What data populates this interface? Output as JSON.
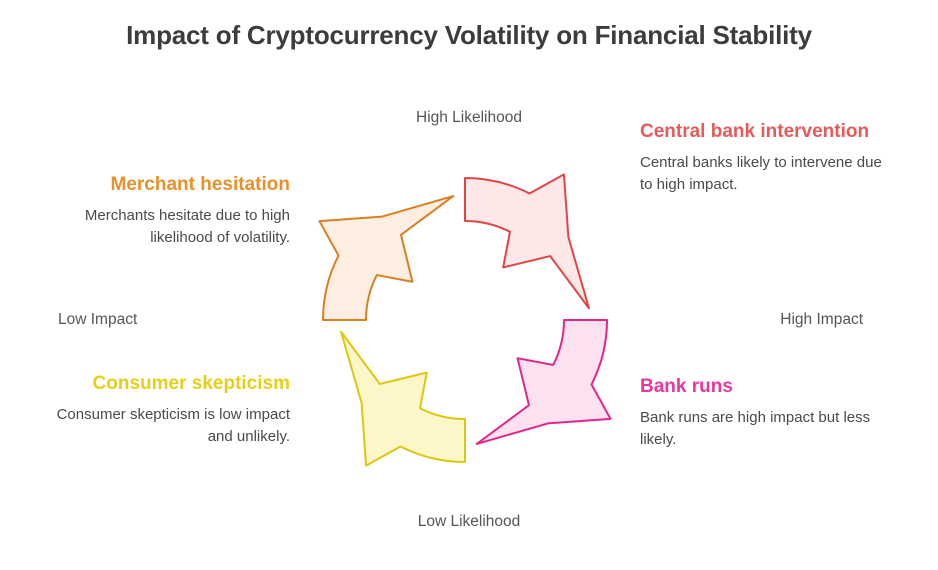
{
  "title": "Impact of Cryptocurrency Volatility on Financial Stability",
  "axes": {
    "top": "High Likelihood",
    "bottom": "Low Likelihood",
    "left": "Low Impact",
    "right": "High Impact"
  },
  "quadrants": [
    {
      "id": "merchant-hesitation",
      "title": "Merchant hesitation",
      "description": "Merchants hesitate due to high likelihood of volatility.",
      "title_color": "#e8912a",
      "fill": "#fdeee2",
      "stroke": "#d97f22",
      "position": "top-left"
    },
    {
      "id": "central-bank-intervention",
      "title": "Central bank intervention",
      "description": "Central banks likely to intervene due to high impact.",
      "title_color": "#e45b5b",
      "fill": "#fde7e7",
      "stroke": "#e04545",
      "position": "top-right"
    },
    {
      "id": "bank-runs",
      "title": "Bank runs",
      "description": "Bank runs are high impact but less likely.",
      "title_color": "#e6399b",
      "fill": "#fce1f1",
      "stroke": "#e0278c",
      "position": "bottom-right"
    },
    {
      "id": "consumer-skepticism",
      "title": "Consumer skepticism",
      "description": "Consumer skepticism is low impact and unlikely.",
      "title_color": "#e6cf1a",
      "fill": "#fdf6c8",
      "stroke": "#ddc70d",
      "position": "bottom-left"
    }
  ],
  "colors": {
    "title": "#3c3c3c",
    "body_text": "#4a4a4a",
    "axis_text": "#555555",
    "background": "#ffffff"
  },
  "chart_data": {
    "type": "cycle-quadrant-diagram",
    "title": "Impact of Cryptocurrency Volatility on Financial Stability",
    "axis_x": {
      "low": "Low Impact",
      "high": "High Impact"
    },
    "axis_y": {
      "low": "Low Likelihood",
      "high": "High Likelihood"
    },
    "segments": [
      {
        "label": "Merchant hesitation",
        "quadrant": "top-left",
        "impact": "low",
        "likelihood": "high",
        "color": "#e8912a"
      },
      {
        "label": "Central bank intervention",
        "quadrant": "top-right",
        "impact": "high",
        "likelihood": "high",
        "color": "#e45b5b"
      },
      {
        "label": "Bank runs",
        "quadrant": "bottom-right",
        "impact": "high",
        "likelihood": "low",
        "color": "#e6399b"
      },
      {
        "label": "Consumer skepticism",
        "quadrant": "bottom-left",
        "impact": "low",
        "likelihood": "low",
        "color": "#e6cf1a"
      }
    ],
    "direction": "clockwise",
    "legend": "none",
    "grid": false
  }
}
